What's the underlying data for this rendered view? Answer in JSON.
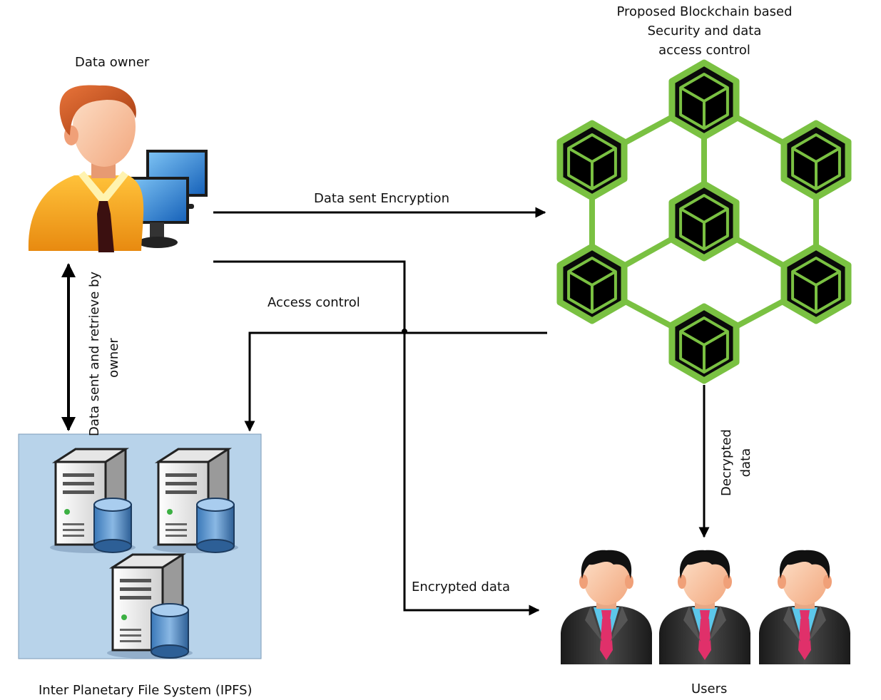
{
  "labels": {
    "data_owner": "Data owner",
    "blockchain_title_1": "Proposed Blockchain based",
    "blockchain_title_2": "Security and data",
    "blockchain_title_3": "access control",
    "data_sent_encryption": "Data sent Encryption",
    "access_control": "Access control",
    "data_sent_retrieve_1": "Data sent and retrieve by",
    "data_sent_retrieve_2": "owner",
    "decrypted_1": "Decrypted",
    "decrypted_2": "data",
    "encrypted_data": "Encrypted data",
    "ipfs": "Inter Planetary File System (IPFS)",
    "users": "Users"
  },
  "colors": {
    "blockchain_green": "#7ac142",
    "ipfs_panel": "#b8d3ea",
    "user_tie": "#e0306a",
    "owner_shirt": "#f5a31a"
  },
  "icons": {
    "data_owner": "person-with-computer-icon",
    "blockchain": "blockchain-network-icon",
    "ipfs_server": "database-server-icon",
    "user": "business-user-icon"
  }
}
